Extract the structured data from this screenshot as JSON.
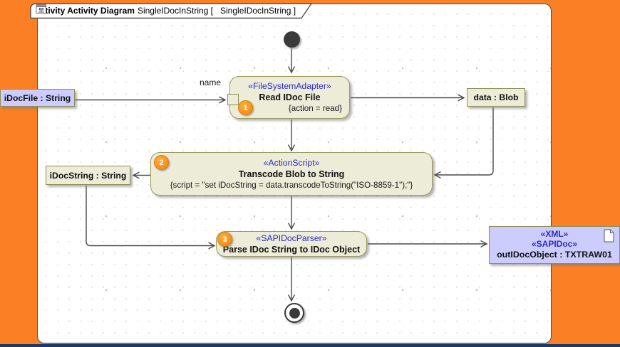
{
  "tab": {
    "keyword_title": "activity Activity Diagram",
    "diagram_name": "SingleIDocInString [",
    "diagram_ref": "SingleIDocInString ]"
  },
  "nodes": {
    "activity1": {
      "stereotype": "«FileSystemAdapter»",
      "name": "Read IDoc File",
      "constraint": "{action = read}",
      "badge": "1"
    },
    "activity2": {
      "stereotype": "«ActionScript»",
      "name": "Transcode Blob to String",
      "constraint": "{script = \"set iDocString = data.transcodeToString(\"ISO-8859-1\");\"}",
      "badge": "2"
    },
    "activity3": {
      "stereotype": "«SAPIDocParser»",
      "name": "Parse IDoc String to IDoc Object",
      "badge": "3"
    },
    "idocfile": {
      "label": "iDocFile : String"
    },
    "datablob": {
      "label": "data : Blob"
    },
    "idocstring": {
      "label": "iDocString : String"
    },
    "outdoc": {
      "stereotype1": "«XML»",
      "stereotype2": "«SAPIDoc»",
      "label": "outIDocObject : TXTRAW01"
    }
  },
  "edges": [
    {
      "from": "initial",
      "to": "Read IDoc File"
    },
    {
      "from": "iDocFile : String",
      "to": "Read IDoc File",
      "target_pin": "name"
    },
    {
      "from": "Read IDoc File",
      "to": "data : Blob"
    },
    {
      "from": "Read IDoc File",
      "to": "Transcode Blob to String"
    },
    {
      "from": "data : Blob",
      "to": "Transcode Blob to String"
    },
    {
      "from": "Transcode Blob to String",
      "to": "iDocString : String"
    },
    {
      "from": "Transcode Blob to String",
      "to": "Parse IDoc String to IDoc Object"
    },
    {
      "from": "iDocString : String",
      "to": "Parse IDoc String to IDoc Object"
    },
    {
      "from": "Parse IDoc String to IDoc Object",
      "to": "outIDocObject : TXTRAW01"
    },
    {
      "from": "Parse IDoc String to IDoc Object",
      "to": "final"
    }
  ],
  "colors": {
    "frame_orange": "#FB8025",
    "bottom_bar_navy": "#1F3864",
    "node_fill": "#EDECD8",
    "node_border": "#9B9A5B",
    "object_lavender": "#CCCCFF",
    "stereotype_blue": "#2B2BC8",
    "badge_orange": "#F7941E",
    "edge_gray": "#4A4A4A"
  }
}
